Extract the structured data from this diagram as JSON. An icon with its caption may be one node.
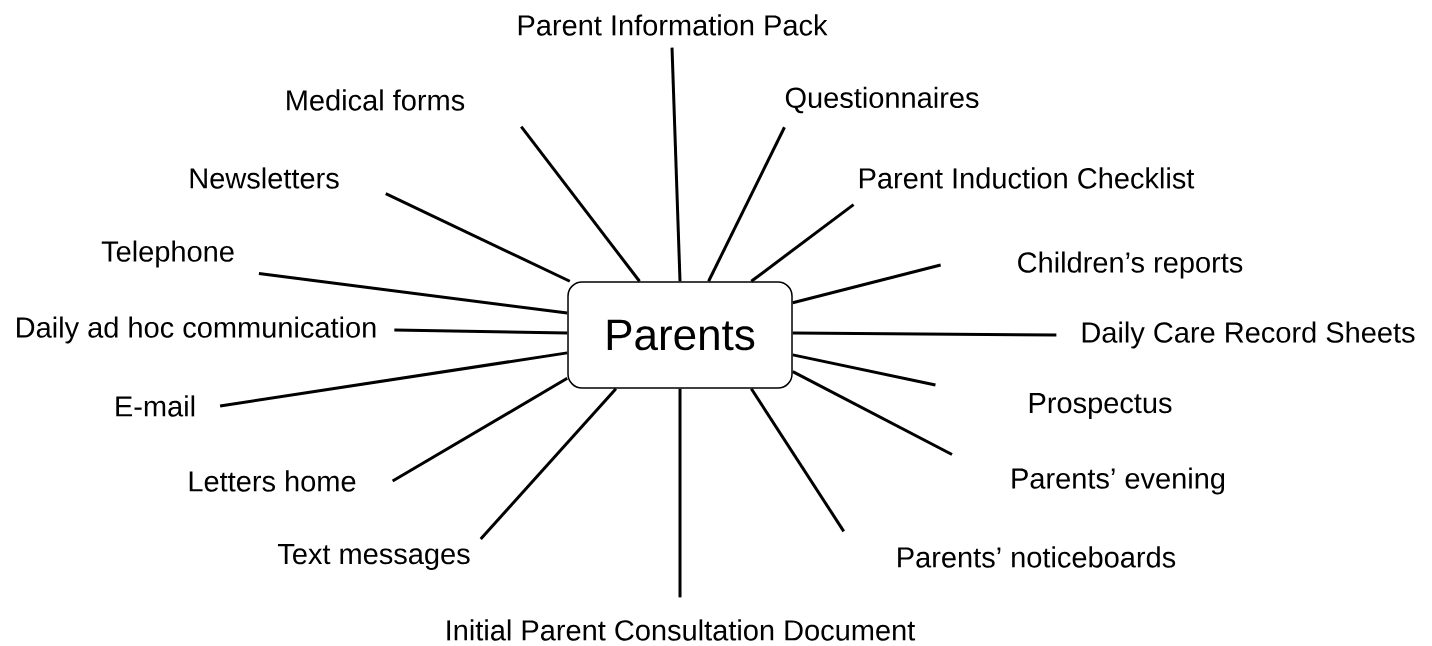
{
  "diagram": {
    "nodes": [
      {
        "text": [
          "Parents"
        ]
      },
      {
        "text": [
          "Parent Information Pack"
        ]
      },
      {
        "text": [
          "Questionnaires"
        ]
      },
      {
        "text": [
          "Parent Induction Checklist"
        ]
      },
      {
        "text": [
          "Children’s reports"
        ]
      },
      {
        "text": [
          "Daily Care Record Sheets"
        ]
      },
      {
        "text": [
          "Prospectus"
        ]
      },
      {
        "text": [
          "Parents’ evening"
        ]
      },
      {
        "text": [
          "Parents’ noticeboards"
        ]
      },
      {
        "text": [
          "Initial Parent Consultation Document"
        ]
      },
      {
        "text": [
          "Text messages"
        ]
      },
      {
        "text": [
          "Letters home"
        ]
      },
      {
        "text": [
          "E-mail"
        ]
      },
      {
        "text": [
          "Daily ad hoc communication"
        ]
      },
      {
        "text": [
          "Telephone"
        ]
      },
      {
        "text": [
          "Newsletters"
        ]
      },
      {
        "text": [
          "Medical forms"
        ]
      }
    ],
    "edges": [
      {
        "from": 0,
        "to": 1,
        "arrow": "none"
      },
      {
        "from": 0,
        "to": 2,
        "arrow": "none"
      },
      {
        "from": 0,
        "to": 3,
        "arrow": "none"
      },
      {
        "from": 0,
        "to": 4,
        "arrow": "none"
      },
      {
        "from": 0,
        "to": 5,
        "arrow": "none"
      },
      {
        "from": 0,
        "to": 6,
        "arrow": "none"
      },
      {
        "from": 0,
        "to": 7,
        "arrow": "none"
      },
      {
        "from": 0,
        "to": 8,
        "arrow": "none"
      },
      {
        "from": 0,
        "to": 9,
        "arrow": "none"
      },
      {
        "from": 0,
        "to": 10,
        "arrow": "none"
      },
      {
        "from": 0,
        "to": 11,
        "arrow": "none"
      },
      {
        "from": 0,
        "to": 12,
        "arrow": "none"
      },
      {
        "from": 0,
        "to": 13,
        "arrow": "none"
      },
      {
        "from": 0,
        "to": 14,
        "arrow": "none"
      },
      {
        "from": 0,
        "to": 15,
        "arrow": "none"
      },
      {
        "from": 0,
        "to": 16,
        "arrow": "none"
      }
    ]
  }
}
